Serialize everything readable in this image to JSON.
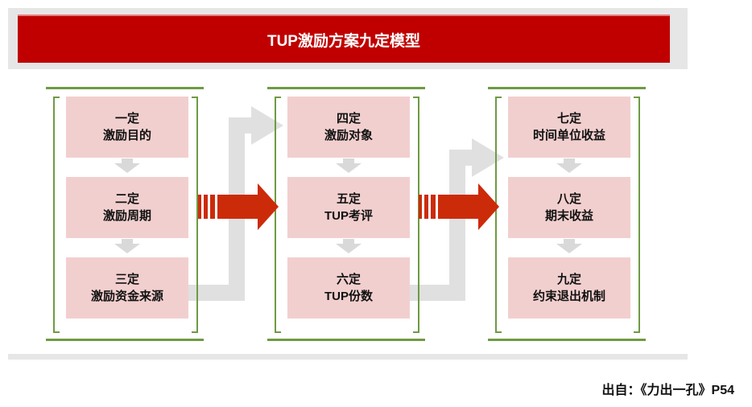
{
  "title": "TUP激励方案九定模型",
  "columns": [
    {
      "steps": [
        {
          "num": "一定",
          "text": "激励目的"
        },
        {
          "num": "二定",
          "text": "激励周期"
        },
        {
          "num": "三定",
          "text": "激励资金来源"
        }
      ]
    },
    {
      "steps": [
        {
          "num": "四定",
          "text": "激励对象"
        },
        {
          "num": "五定",
          "text": "TUP考评"
        },
        {
          "num": "六定",
          "text": "TUP份数"
        }
      ]
    },
    {
      "steps": [
        {
          "num": "七定",
          "text": "时间单位收益"
        },
        {
          "num": "八定",
          "text": "期末收益"
        },
        {
          "num": "九定",
          "text": "约束退出机制"
        }
      ]
    }
  ],
  "source": "出自：《力出一孔》P54",
  "colors": {
    "title_bar": "#c00000",
    "box": "#f2cfcf",
    "bracket": "#6f9a43",
    "arrow_red": "#cc2b0a",
    "arrow_grey": "#d9d9d9"
  }
}
